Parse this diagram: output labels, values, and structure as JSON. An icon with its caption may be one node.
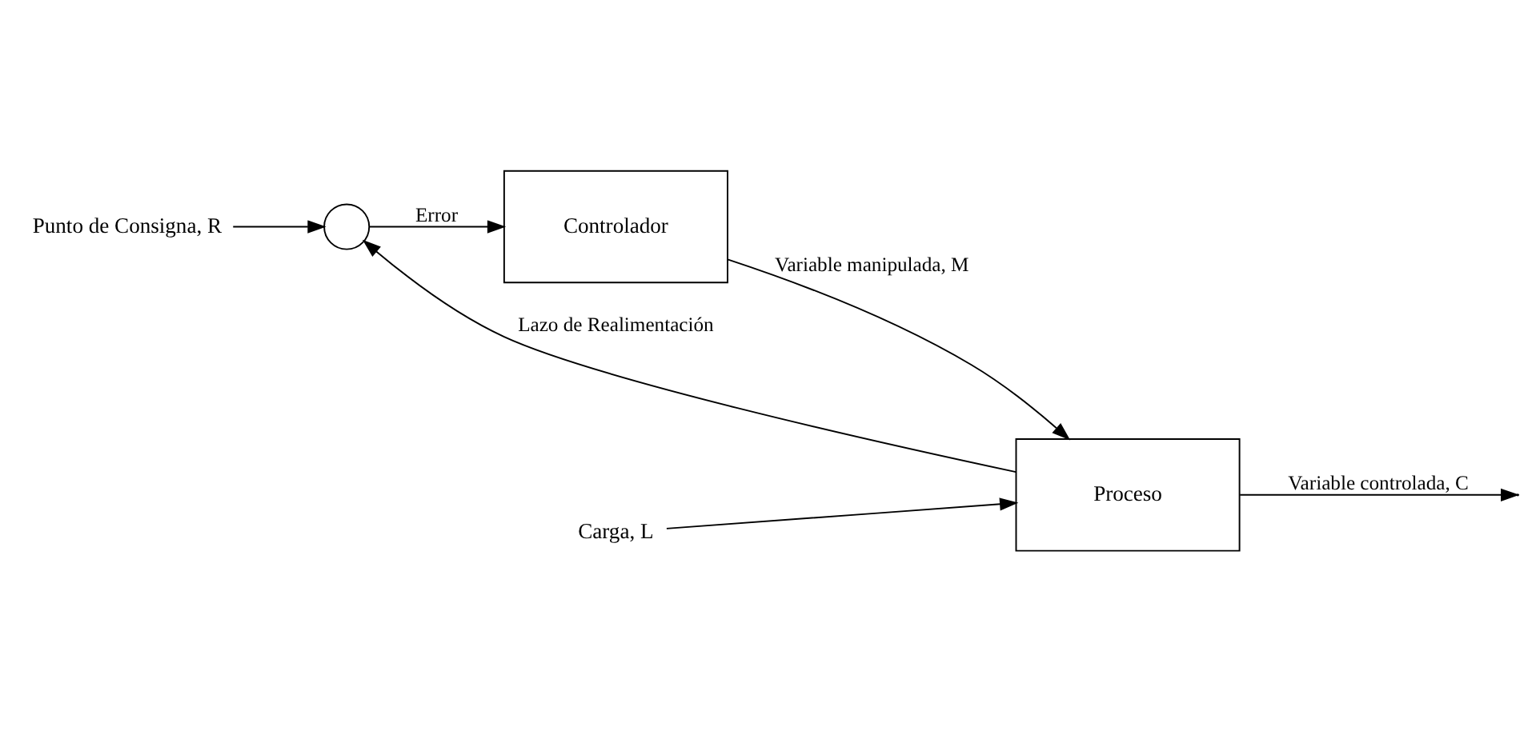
{
  "diagram": {
    "nodes": [
      {
        "text": [
          "Punto de Consigna, R"
        ]
      },
      {
        "text": [],
        "shape": "circle"
      },
      {
        "text": [
          "Controlador"
        ]
      },
      {
        "text": [
          "Proceso"
        ]
      },
      {
        "text": [
          "Carga, L"
        ]
      }
    ],
    "edges": [
      {
        "from": 0,
        "to": 1,
        "arrow": "to"
      },
      {
        "from": 1,
        "to": 2,
        "arrow": "to",
        "label": "Error"
      },
      {
        "from": 2,
        "to": 3,
        "arrow": "to",
        "label": "Variable manipulada, M"
      },
      {
        "from": 4,
        "to": 3,
        "arrow": "to"
      },
      {
        "from": 3,
        "to": null,
        "arrow": "to",
        "label": "Variable controlada, C"
      },
      {
        "from": 3,
        "to": 1,
        "arrow": "to",
        "label": "Lazo de Realimentación"
      }
    ]
  }
}
